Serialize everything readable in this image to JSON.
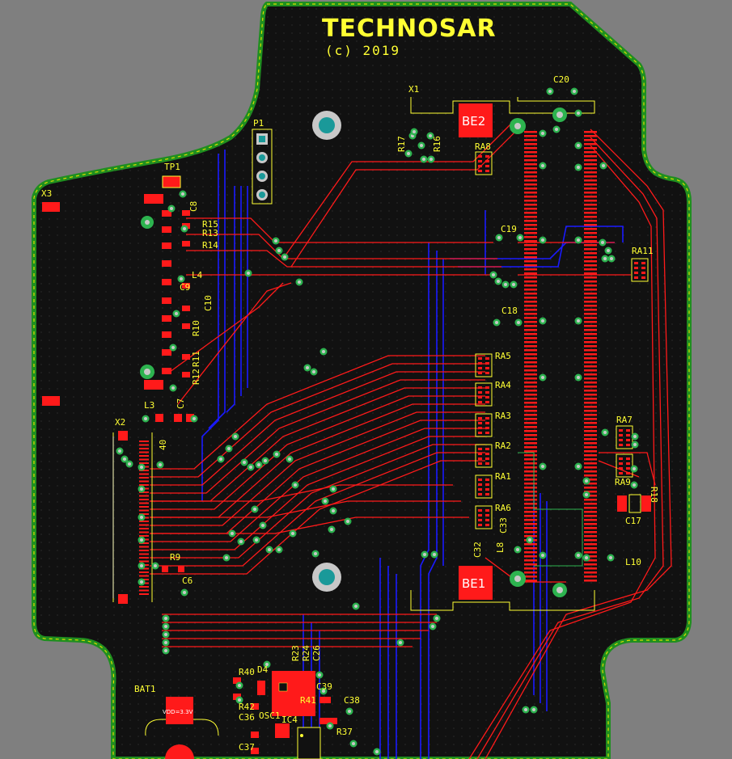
{
  "board": {
    "title": "TECHNOSAR",
    "copyright": "(c) 2019",
    "colors": {
      "background": "#7f7f7f",
      "substrate": "#111111",
      "outline": "#1f8f1f",
      "outline_dash": "#d8e000",
      "silkscreen": "#ffff33",
      "top_copper": "#ff1a1a",
      "bottom_copper": "#1a1aff",
      "via": "#2db34f"
    }
  },
  "designators": {
    "x1": "X1",
    "x2": "X2",
    "x3": "X3",
    "p1": "P1",
    "tp1": "TP1",
    "be1": "BE1",
    "be2": "BE2",
    "bat1": "BAT1",
    "c6": "C6",
    "c7": "C7",
    "c8": "C8",
    "c9": "C9",
    "c10": "C10",
    "c17": "C17",
    "c18": "C18",
    "c19": "C19",
    "c20": "C20",
    "c26": "C26",
    "c32": "C32",
    "c33": "C33",
    "c36": "C36",
    "c37": "C37",
    "c38": "C38",
    "c39": "C39",
    "l3": "L3",
    "l4": "L4",
    "l8": "L8",
    "l10": "L10",
    "r9": "R9",
    "r10": "R10",
    "r11": "R11",
    "r12": "R12",
    "r13": "R13",
    "r14": "R14",
    "r15": "R15",
    "r16": "R16",
    "r17": "R17",
    "r18": "R18",
    "r23": "R23",
    "r24": "R24",
    "r37": "R37",
    "r40": "R40",
    "r41": "R41",
    "r42": "R42",
    "ra1": "RA1",
    "ra2": "RA2",
    "ra3": "RA3",
    "ra4": "RA4",
    "ra5": "RA5",
    "ra6": "RA6",
    "ra7": "RA7",
    "ra8": "RA8",
    "ra9": "RA9",
    "ra11": "RA11",
    "d4": "D4",
    "osc1": "OSC1",
    "ic4": "IC4",
    "pin40": "40"
  }
}
